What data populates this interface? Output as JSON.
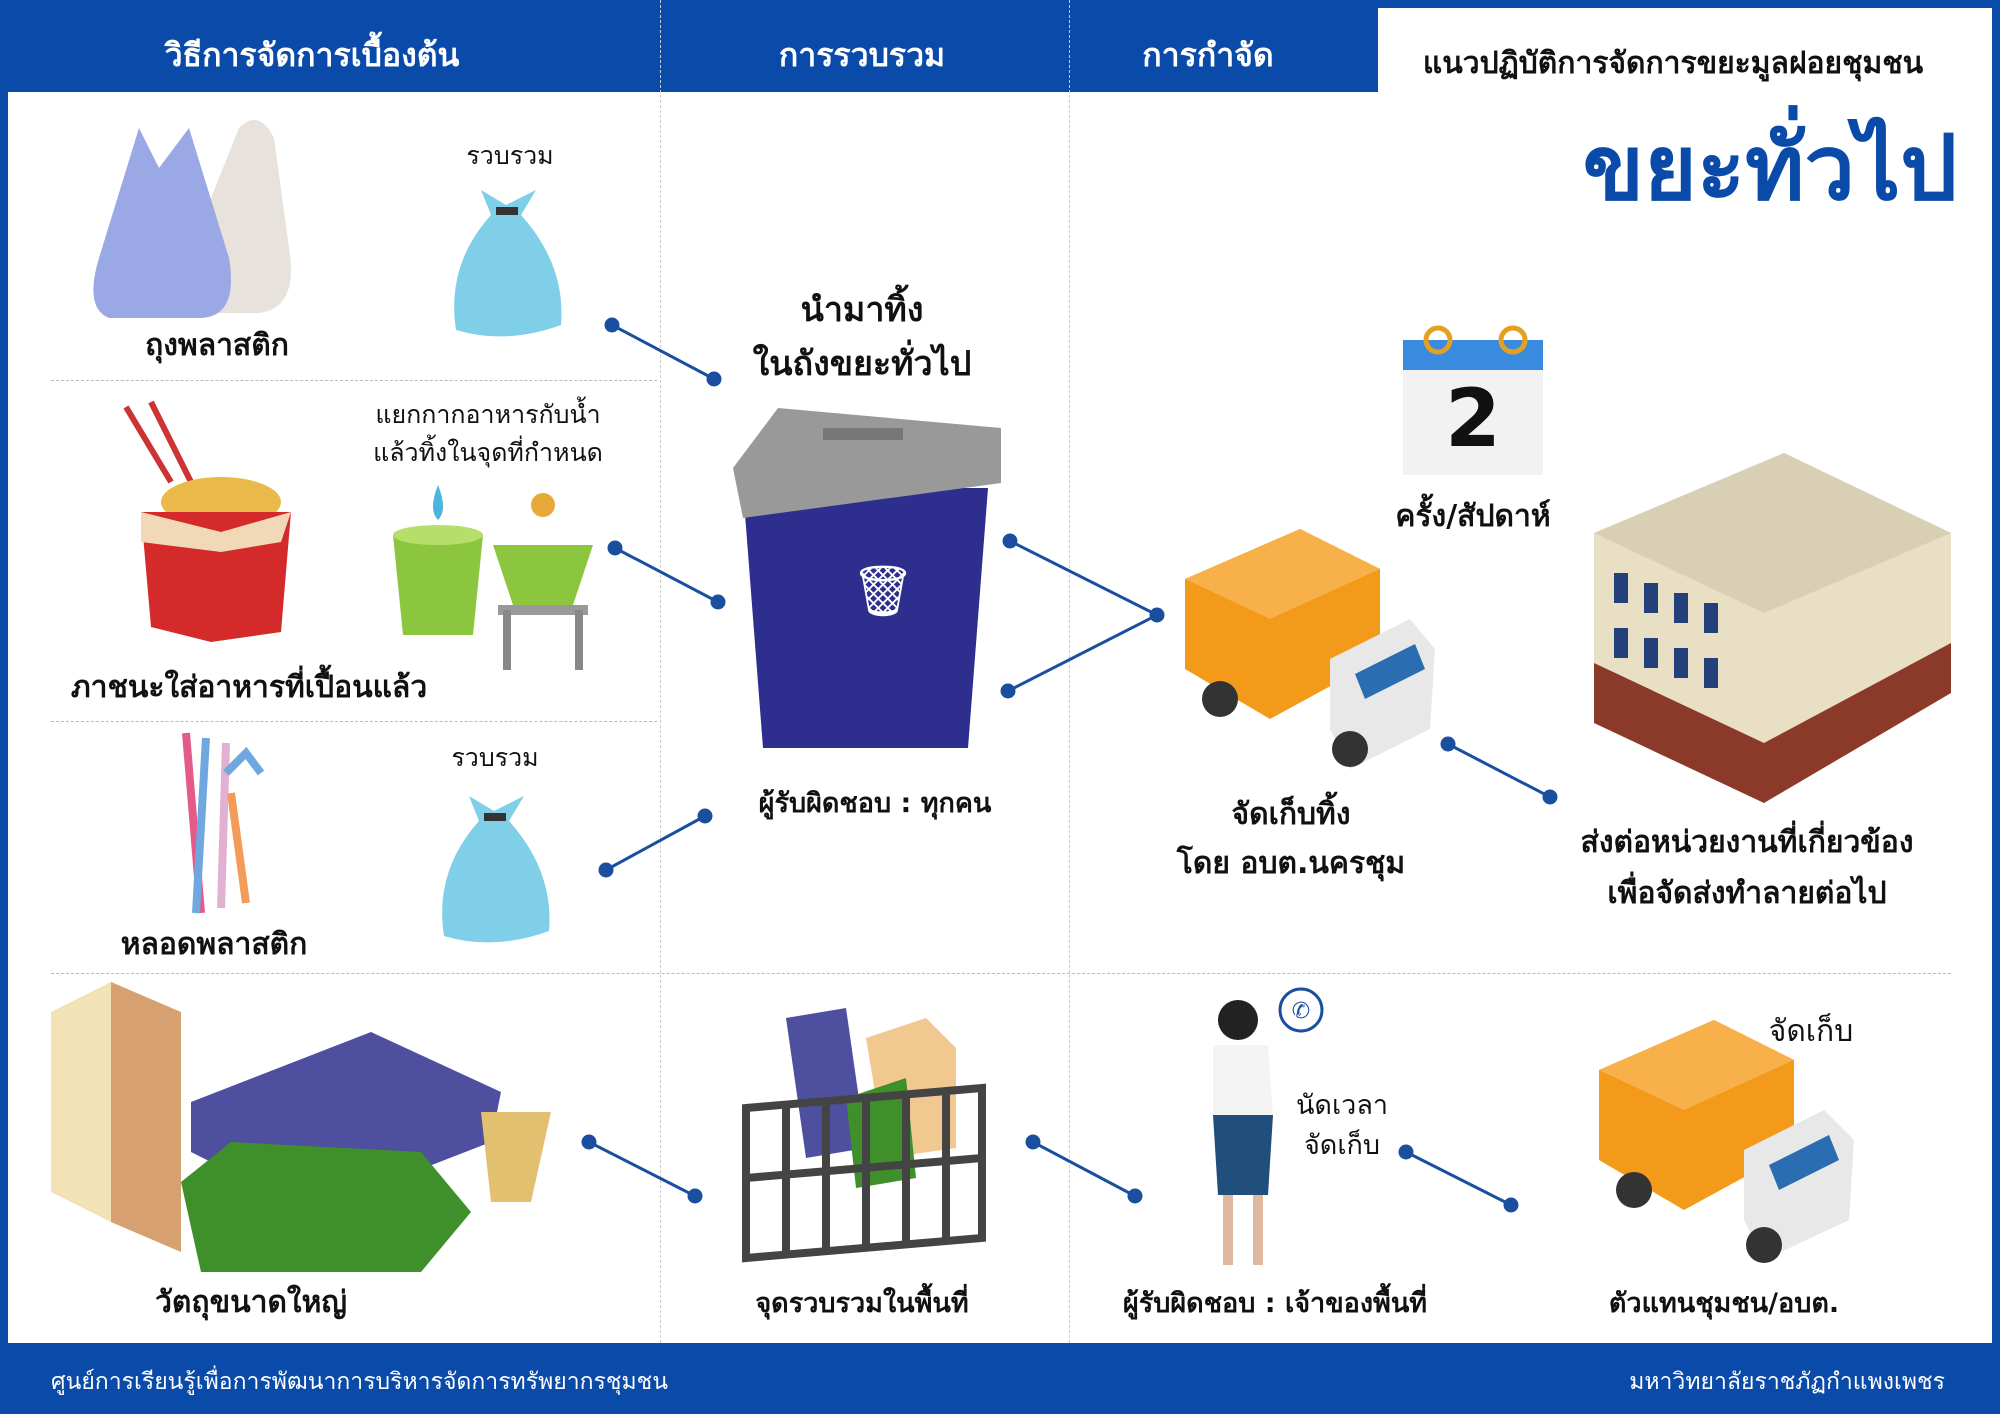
{
  "header": {
    "col1": "วิธีการจัดการเบื้องต้น",
    "col2": "การรวบรวม",
    "col3": "การกำจัด",
    "subtitle": "แนวปฏิบัติการจัดการขยะมูลฝอยชุมชน",
    "title": "ขยะทั่วไป"
  },
  "items": {
    "plastic_bag": "ถุงพลาสติก",
    "collect1": "รวบรวม",
    "food_note_1": "แยกกากอาหารกับน้ำ",
    "food_note_2": "แล้วทิ้งในจุดที่กำหนด",
    "food_container": "ภาชนะใส่อาหารที่เปื้อนแล้ว",
    "collect2": "รวบรวม",
    "straw": "หลอดพลาสติก",
    "bulky": "วัตถุขนาดใหญ่"
  },
  "collection": {
    "dispose_1": "นำมาทิ้ง",
    "dispose_2": "ในถังขยะทั่วไป",
    "responsible": "ผู้รับผิดชอบ : ทุกคน",
    "bulky_point": "จุดรวบรวมในพื้นที่"
  },
  "disposal": {
    "calendar_number": "2",
    "frequency": "ครั้ง/สัปดาห์",
    "pickup_1": "จัดเก็บทิ้ง",
    "pickup_2": "โดย อบต.นครชุม",
    "forward_1": "ส่งต่อหน่วยงานที่เกี่ยวข้อง",
    "forward_2": "เพื่อจัดส่งทำลายต่อไป",
    "appoint_1": "นัดเวลา",
    "appoint_2": "จัดเก็บ",
    "owner_responsible": "ผู้รับผิดชอบ : เจ้าของพื้นที่",
    "collect": "จัดเก็บ",
    "agent": "ตัวแทนชุมชน/อบต."
  },
  "footer": {
    "left": "ศูนย์การเรียนรู้เพื่อการพัฒนาการบริหารจัดการทรัพยากรชุมชน",
    "right": "มหาวิทยาลัยราชภัฏกำแพงเพชร"
  },
  "colors": {
    "brand_blue": "#0a4aa8",
    "connector": "#1a4fa0"
  }
}
